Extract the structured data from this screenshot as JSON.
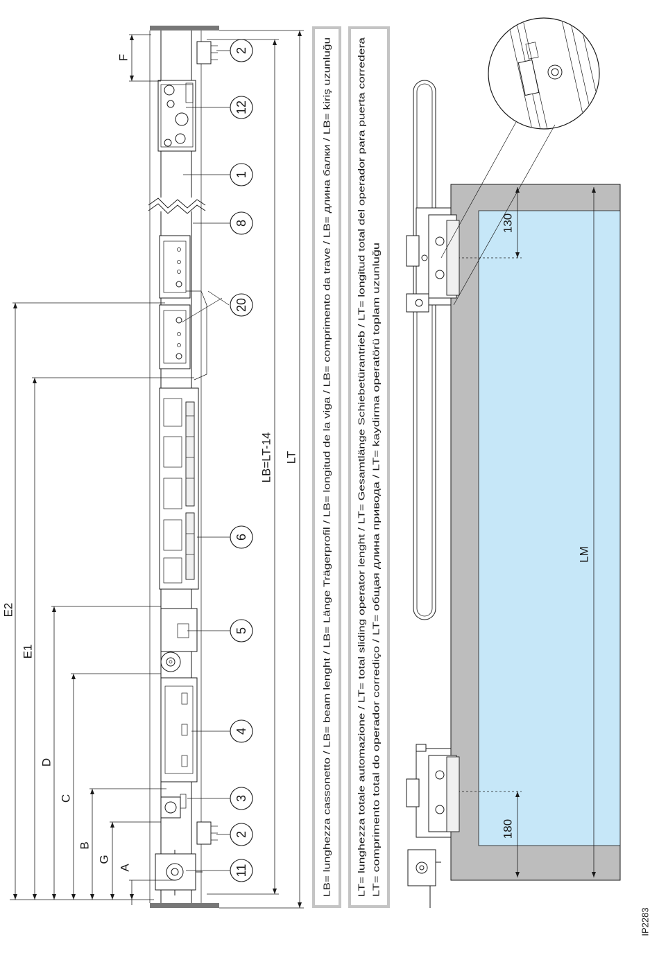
{
  "image_code": "IP2283",
  "callouts": [
    "2",
    "12",
    "1",
    "8",
    "20",
    "6",
    "5",
    "4",
    "3",
    "2",
    "11"
  ],
  "dimensions": {
    "operator": [
      "E2",
      "E1",
      "D",
      "C",
      "B",
      "G",
      "A",
      "F"
    ],
    "beam_length": "LB=LT-14",
    "total_length": "LT"
  },
  "legend": {
    "lb": "LB= lunghezza cassonetto / LB= beam lenght / LB= Länge Trägerprofil / LB= longitud de la viga / LB= comprimento da trave / LB= длина балки / LB= kiriş uzunluğu",
    "lt_line1": "LT= lunghezza totale automazione / LT= total sliding operator lenght / LT= Gesamtlänge Schiebetürantrieb / LT= longitud total del operador para puerta corredera",
    "lt_line2": "LT= comprimento total do operador corrediço / LT= общая длина привода / LT= kaydirma operatörü toplam uzunluğu"
  },
  "door": {
    "top_offset": "130",
    "bottom_offset": "180",
    "leaf_width": "LM"
  },
  "colors": {
    "glass": "#c6e7f8",
    "frame": "#bdbdbd",
    "wall_cap": "#777777",
    "legend_border": "#c4c4c4",
    "line": "#1a1a1a"
  }
}
